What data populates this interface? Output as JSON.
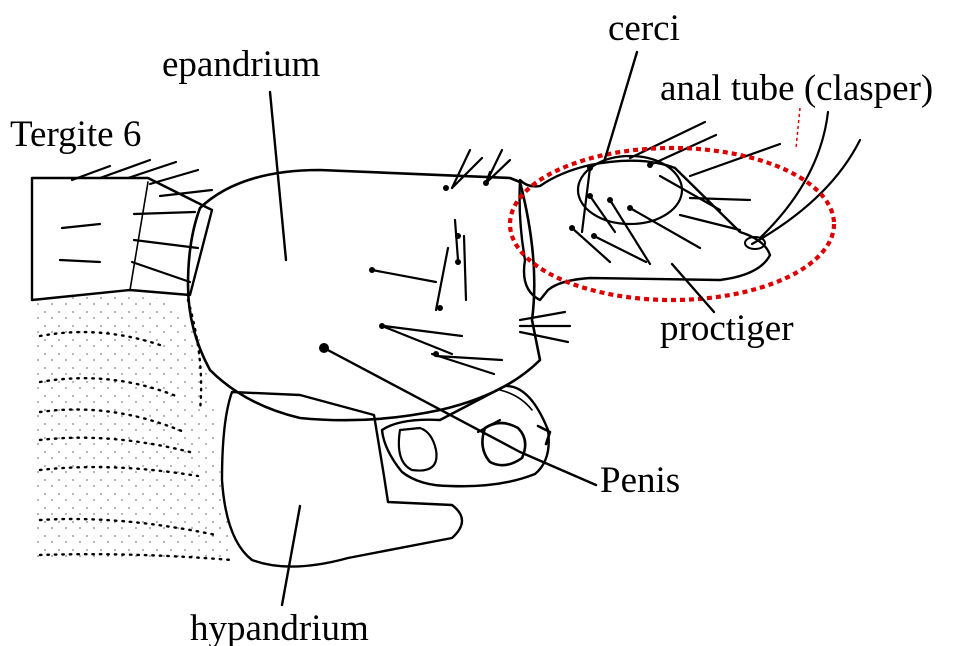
{
  "labels": {
    "tergite": "Tergite 6",
    "epandrium": "epandrium",
    "cerci": "cerci",
    "anal_tube": "anal tube (clasper)",
    "proctiger": "proctiger",
    "penis": "Penis",
    "hypandrium": "hypandrium"
  },
  "colors": {
    "ink": "#000000",
    "highlight": "#dd0000",
    "background": "#ffffff"
  }
}
